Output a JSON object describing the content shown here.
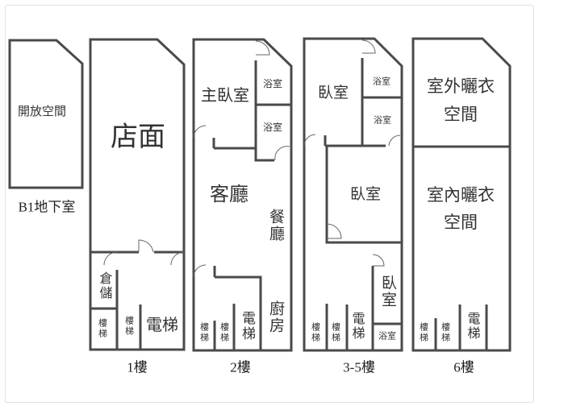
{
  "plans": {
    "b1": {
      "title": "B1地下室",
      "rooms": {
        "open_space": "開放空間"
      }
    },
    "f1": {
      "title": "1樓",
      "rooms": {
        "shop": "店面",
        "storage": "倉儲",
        "stair1": "樓梯",
        "stair2": "樓梯",
        "elevator": "電梯"
      }
    },
    "f2": {
      "title": "2樓",
      "rooms": {
        "master_bedroom": "主臥室",
        "bath1": "浴室",
        "bath2": "浴室",
        "living": "客廳",
        "dining": "餐廳",
        "kitchen": "廚房",
        "stair1": "樓梯",
        "stair2": "樓梯",
        "elevator": "電梯"
      }
    },
    "f3_5": {
      "title": "3-5樓",
      "rooms": {
        "bedroom1": "臥室",
        "bath1": "浴室",
        "bath2": "浴室",
        "bedroom2": "臥室",
        "bedroom3": "臥室",
        "bath3": "浴室",
        "stair1": "樓梯",
        "stair2": "樓梯",
        "elevator": "電梯"
      }
    },
    "f6": {
      "title": "6樓",
      "rooms": {
        "outdoor_line1": "室外曬衣",
        "outdoor_line2": "空間",
        "indoor_line1": "室內曬衣",
        "indoor_line2": "空間",
        "stair1": "樓梯",
        "stair2": "樓梯",
        "elevator": "電梯"
      }
    }
  }
}
